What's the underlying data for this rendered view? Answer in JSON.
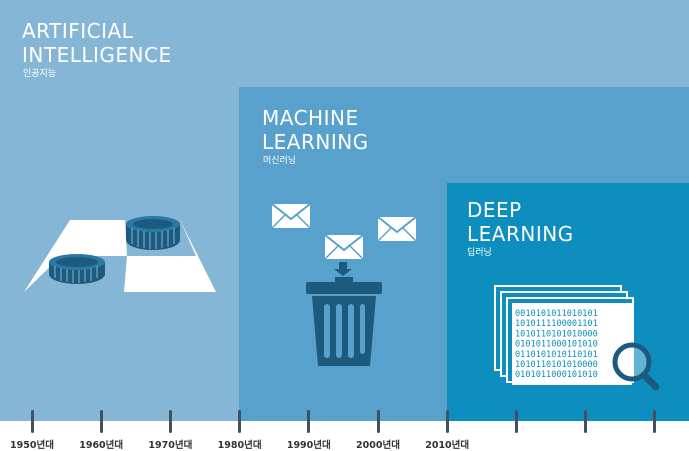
{
  "sections": {
    "ai": {
      "title_lines": [
        "ARTIFICIAL",
        "INTELLIGENCE"
      ],
      "subtitle": "인공지능"
    },
    "ml": {
      "title_lines": [
        "MACHINE",
        "LEARNING"
      ],
      "subtitle": "머신러닝"
    },
    "dl": {
      "title_lines": [
        "DEEP",
        "LEARNING"
      ],
      "subtitle": "딥러닝"
    }
  },
  "binary_lines": [
    "0010101011010101",
    "1010111100001101",
    "1010110101010000",
    "0101011000101010",
    "0110101010110101",
    "1010110101010000",
    "0101011000101010"
  ],
  "timeline": {
    "labels": [
      "1950년대",
      "1960년대",
      "1970년대",
      "1980년대",
      "1990년대",
      "2000년대",
      "2010년대",
      "",
      "",
      ""
    ]
  },
  "colors": {
    "ai": "#86b6d6",
    "ml": "#58a1cc",
    "dl": "#0d8ebe",
    "icon_dark": "#1c5b7d"
  },
  "icons": [
    "checkers-board-icon",
    "envelope-icon",
    "trash-can-icon",
    "binary-document-icon",
    "magnifier-icon"
  ]
}
